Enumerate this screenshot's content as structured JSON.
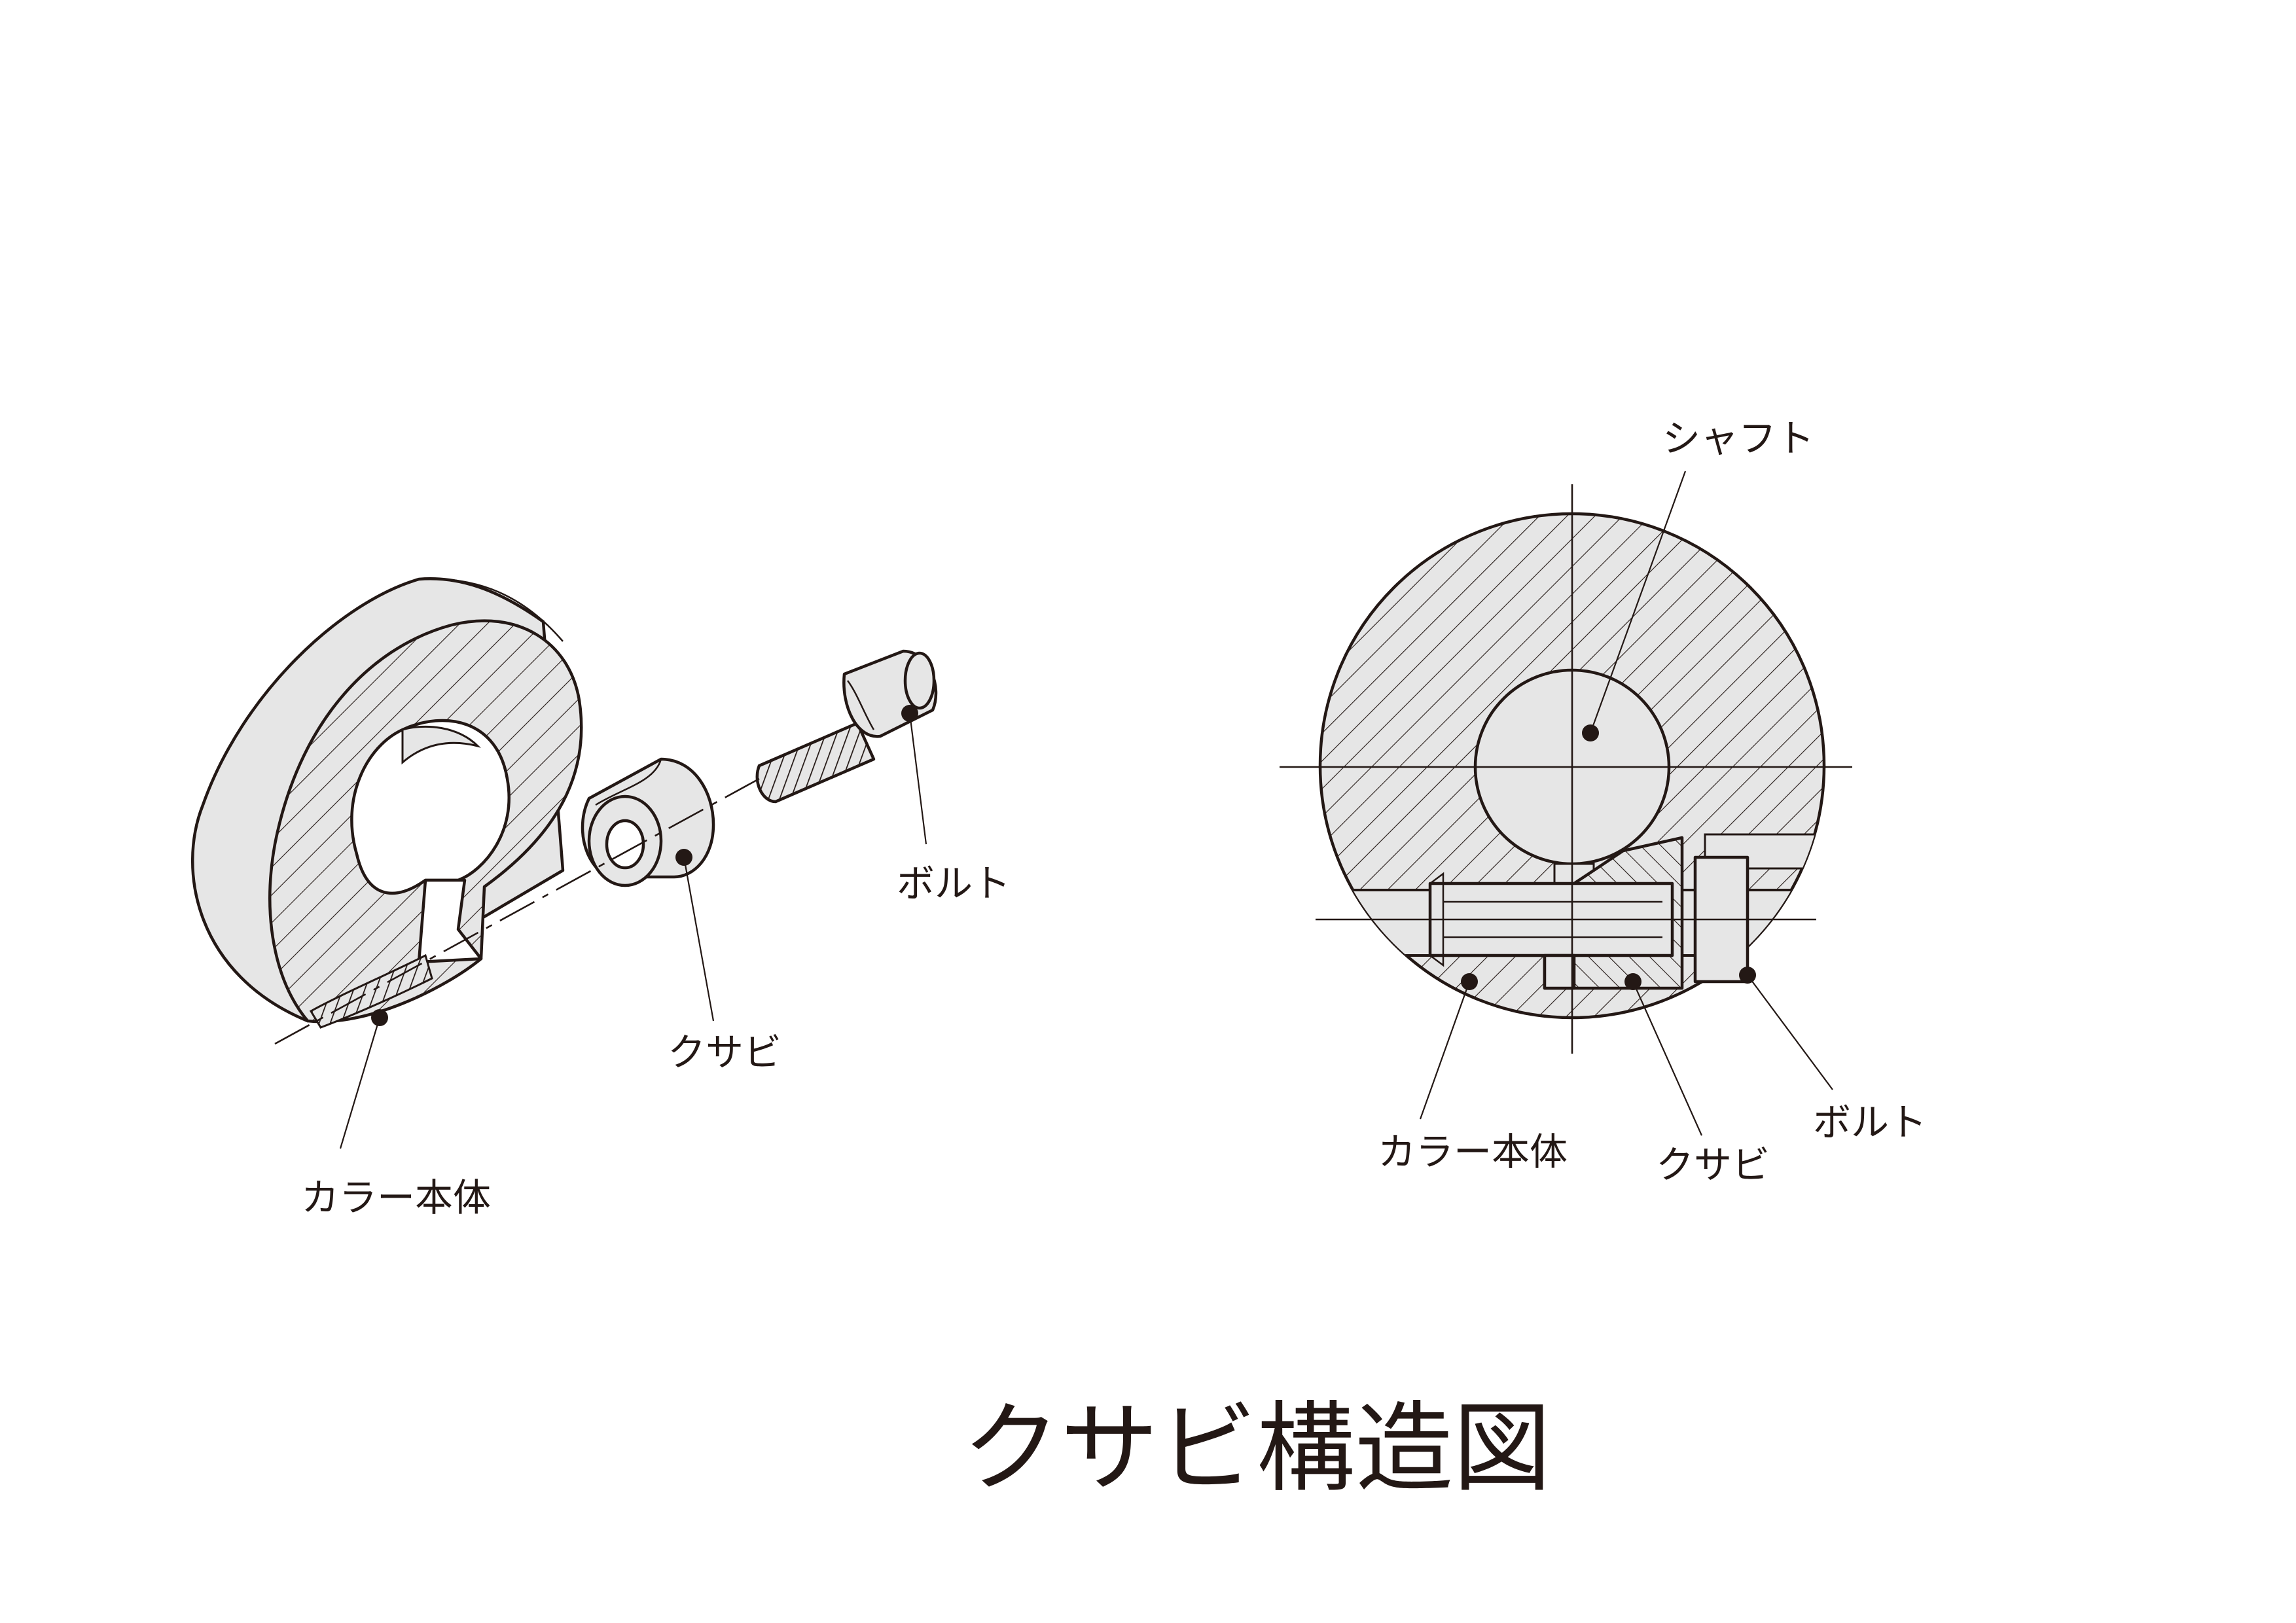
{
  "title": "クサビ構造図",
  "colors": {
    "ink": "#231815",
    "part_fill": "#e6e6e6",
    "background": "#ffffff"
  },
  "exploded_view": {
    "labels": {
      "collar": "カラー本体",
      "wedge": "クサビ",
      "bolt": "ボルト"
    }
  },
  "section_view": {
    "labels": {
      "shaft": "シャフト",
      "collar": "カラー本体",
      "wedge": "クサビ",
      "bolt": "ボルト"
    }
  }
}
